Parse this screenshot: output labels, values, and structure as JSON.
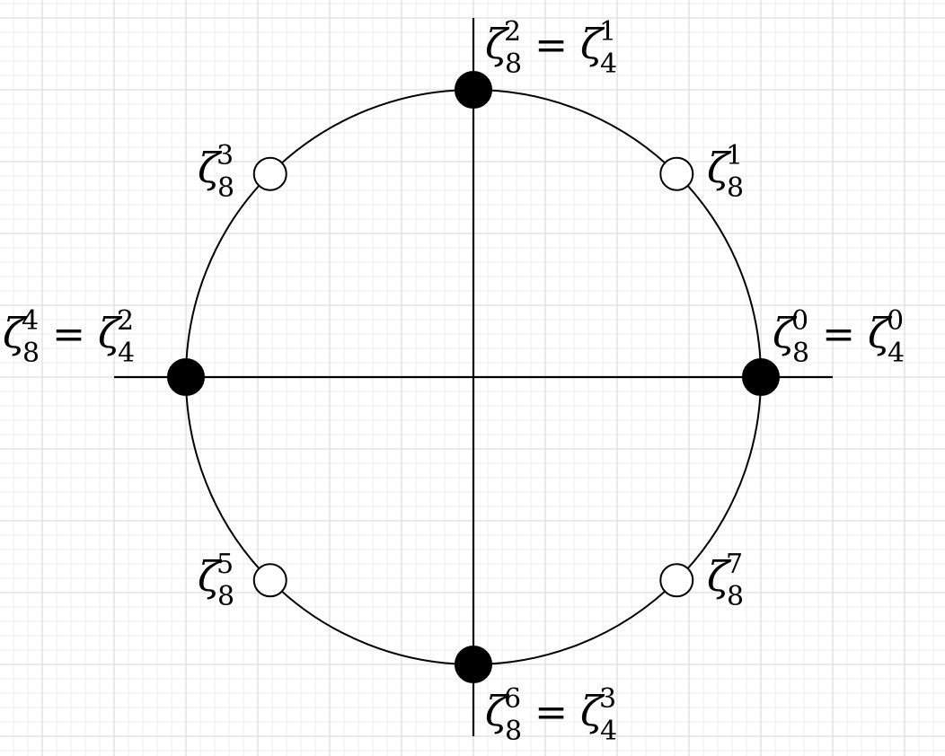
{
  "diagram": {
    "colors": {
      "background": "#ffffff",
      "grid_minor": "#ececec",
      "grid_major": "#d6d6d6",
      "stroke": "#000000",
      "filled_point": "#000000",
      "open_point": "#ffffff"
    },
    "points": [
      {
        "id": "p0",
        "angle_deg": 0,
        "filled": true,
        "label": {
          "base": "ζ",
          "sup": "0",
          "sub": "8",
          "eq": "=",
          "base2": "ζ",
          "sup2": "0",
          "sub2": "4"
        }
      },
      {
        "id": "p1",
        "angle_deg": 45,
        "filled": false,
        "label": {
          "base": "ζ",
          "sup": "1",
          "sub": "8"
        }
      },
      {
        "id": "p2",
        "angle_deg": 90,
        "filled": true,
        "label": {
          "base": "ζ",
          "sup": "2",
          "sub": "8",
          "eq": "=",
          "base2": "ζ",
          "sup2": "1",
          "sub2": "4"
        }
      },
      {
        "id": "p3",
        "angle_deg": 135,
        "filled": false,
        "label": {
          "base": "ζ",
          "sup": "3",
          "sub": "8"
        }
      },
      {
        "id": "p4",
        "angle_deg": 180,
        "filled": true,
        "label": {
          "base": "ζ",
          "sup": "4",
          "sub": "8",
          "eq": "=",
          "base2": "ζ",
          "sup2": "2",
          "sub2": "4"
        }
      },
      {
        "id": "p5",
        "angle_deg": 225,
        "filled": false,
        "label": {
          "base": "ζ",
          "sup": "5",
          "sub": "8"
        }
      },
      {
        "id": "p6",
        "angle_deg": 270,
        "filled": true,
        "label": {
          "base": "ζ",
          "sup": "6",
          "sub": "8",
          "eq": "=",
          "base2": "ζ",
          "sup2": "3",
          "sub2": "4"
        }
      },
      {
        "id": "p7",
        "angle_deg": 315,
        "filled": false,
        "label": {
          "base": "ζ",
          "sup": "7",
          "sub": "8"
        }
      }
    ]
  }
}
